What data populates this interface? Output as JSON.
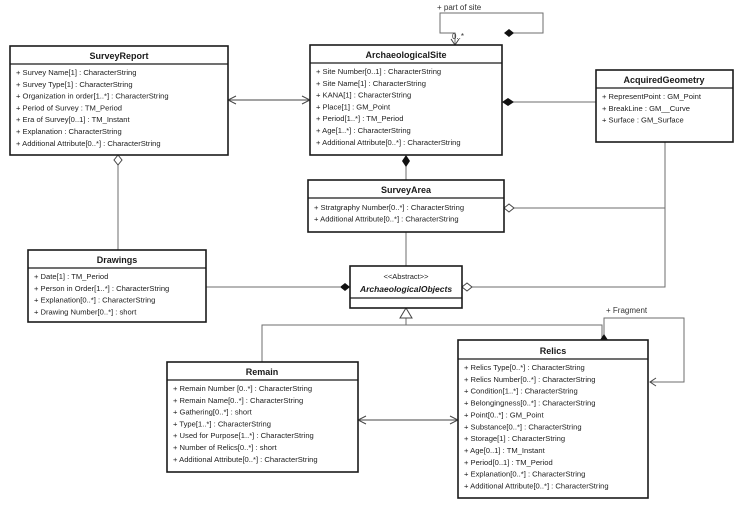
{
  "classes": {
    "survey_report": {
      "name": "SurveyReport",
      "attributes": [
        "+ Survey Name[1] : CharacterString",
        "+ Survey Type[1] : CharacterString",
        "+ Organization in order[1..*] : CharacterString",
        "+ Period of Survey : TM_Period",
        "+ Era of Survey[0..1] : TM_Instant",
        "+ Explanation : CharacterString",
        "+ Additional Attribute[0..*] : CharacterString"
      ]
    },
    "archaeological_site": {
      "name": "ArchaeologicalSite",
      "attributes": [
        "+ Site Number[0..1] : CharacterString",
        "+ Site Name[1] : CharacterString",
        "+ KANA[1] : CharacterString",
        "+ Place[1] : GM_Point",
        "+ Period[1..*] : TM_Period",
        "+ Age[1..*] : CharacterString",
        "+ Additional Attribute[0..*] : CharacterString"
      ]
    },
    "acquired_geometry": {
      "name": "AcquiredGeometry",
      "attributes": [
        "+ RepresentPoint : GM_Point",
        "+ BreakLine : GM__Curve",
        "+ Surface : GM_Surface"
      ]
    },
    "survey_area": {
      "name": "SurveyArea",
      "attributes": [
        "+ Stratgraphy Number[0..*] : CharacterString",
        "+ Additional Attribute[0..*] : CharacterString"
      ]
    },
    "drawings": {
      "name": "Drawings",
      "attributes": [
        "+ Date[1] : TM_Period",
        "+ Person in Order[1..*] : CharacterString",
        "+ Explanation[0..*] : CharacterString",
        "+ Drawing Number[0..*] : short"
      ]
    },
    "archaeological_objects": {
      "stereotype": "<<Abstract>>",
      "name": "ArchaeologicalObjects"
    },
    "remain": {
      "name": "Remain",
      "attributes": [
        "+ Remain Number [0..*] : CharacterString",
        "+ Remain Name[0..*] : CharacterString",
        "+ Gathering[0..*] : short",
        "+ Type[1..*] : CharacterString",
        "+ Used for Purpose[1..*] : CharacterString",
        "+ Number of Relics[0..*] : short",
        "+ Additional Attribute[0..*] : CharacterString"
      ]
    },
    "relics": {
      "name": "Relics",
      "attributes": [
        "+ Relics Type[0..*] : CharacterString",
        "+ Relics Number[0..*] : CharacterString",
        "+ Condition[1..*] : CharacterString",
        "+ Belongingness[0..*] : CharacterString",
        "+ Point[0..*] : GM_Point",
        "+ Substance[0..*] : CharacterString",
        "+ Storage[1] : CharacterString",
        "+ Age[0..1] : TM_Instant",
        "+ Period[0..1] : TM_Period",
        "+ Explanation[0..*] : CharacterString",
        "+ Additional Attribute[0..*] : CharacterString"
      ]
    }
  },
  "relations": {
    "part_of_site_label": "+ part of site",
    "part_of_site_multiplicity": "0..*",
    "fragment_label": "+ Fragment"
  }
}
